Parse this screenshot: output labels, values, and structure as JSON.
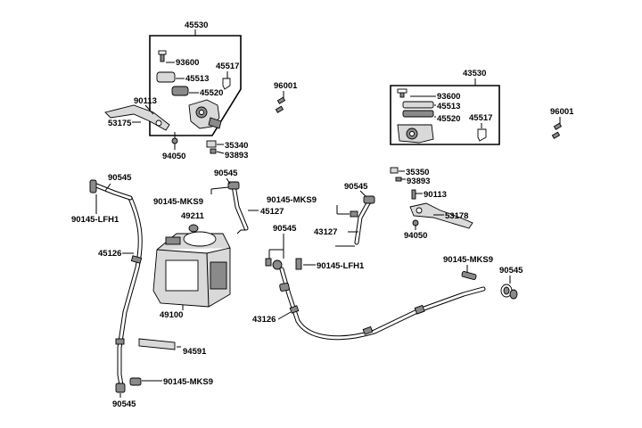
{
  "labels": {
    "kit_left": "45530",
    "kit_right": "43530",
    "l_93600": "93600",
    "l_45517": "45517",
    "l_45513": "45513",
    "l_45520": "45520",
    "l_90113": "90113",
    "l_53175": "53175",
    "l_94050": "94050",
    "l_35340": "35340",
    "l_93893": "93893",
    "l_96001a": "96001",
    "l_96001b": "96001",
    "r_93600": "93600",
    "r_45513": "45513",
    "r_45520": "45520",
    "r_45517": "45517",
    "r_35350": "35350",
    "r_93893": "93893",
    "r_90113": "90113",
    "r_53178": "53178",
    "r_94050": "94050",
    "h_90545a": "90545",
    "h_90145lfh1a": "90145-LFH1",
    "h_45126": "45126",
    "h_90545b": "90545",
    "h_90145mks9a": "90145-MKS9",
    "h_49211": "49211",
    "h_45127": "45127",
    "h_49100": "49100",
    "h_94591": "94591",
    "h_90145mks9b": "90145-MKS9",
    "h_90545c": "90545",
    "h_90545d": "90545",
    "h_90145mks9c": "90145-MKS9",
    "h_43127": "43127",
    "h_90545e": "90545",
    "h_90145lfh1b": "90145-LFH1",
    "h_43126": "43126",
    "h_90145mks9d": "90145-MKS9",
    "h_90545f": "90545"
  }
}
